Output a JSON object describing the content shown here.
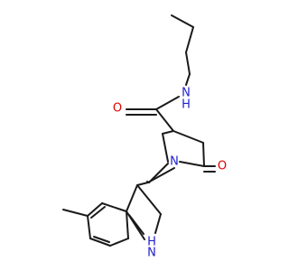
{
  "molecule": {
    "atom_labels": {
      "amide_nitrogen": "N",
      "amide_nitrogen_h": "H",
      "carbonyl_oxygen_amide": "O",
      "ring_nitrogen": "N",
      "ring_carbonyl_oxygen": "O",
      "indole_nh": "H",
      "indole_n": "N"
    }
  },
  "colors": {
    "bond": "#1a1a1a",
    "nitrogen": "#2020d0",
    "oxygen": "#e00000",
    "background": "#ffffff"
  }
}
